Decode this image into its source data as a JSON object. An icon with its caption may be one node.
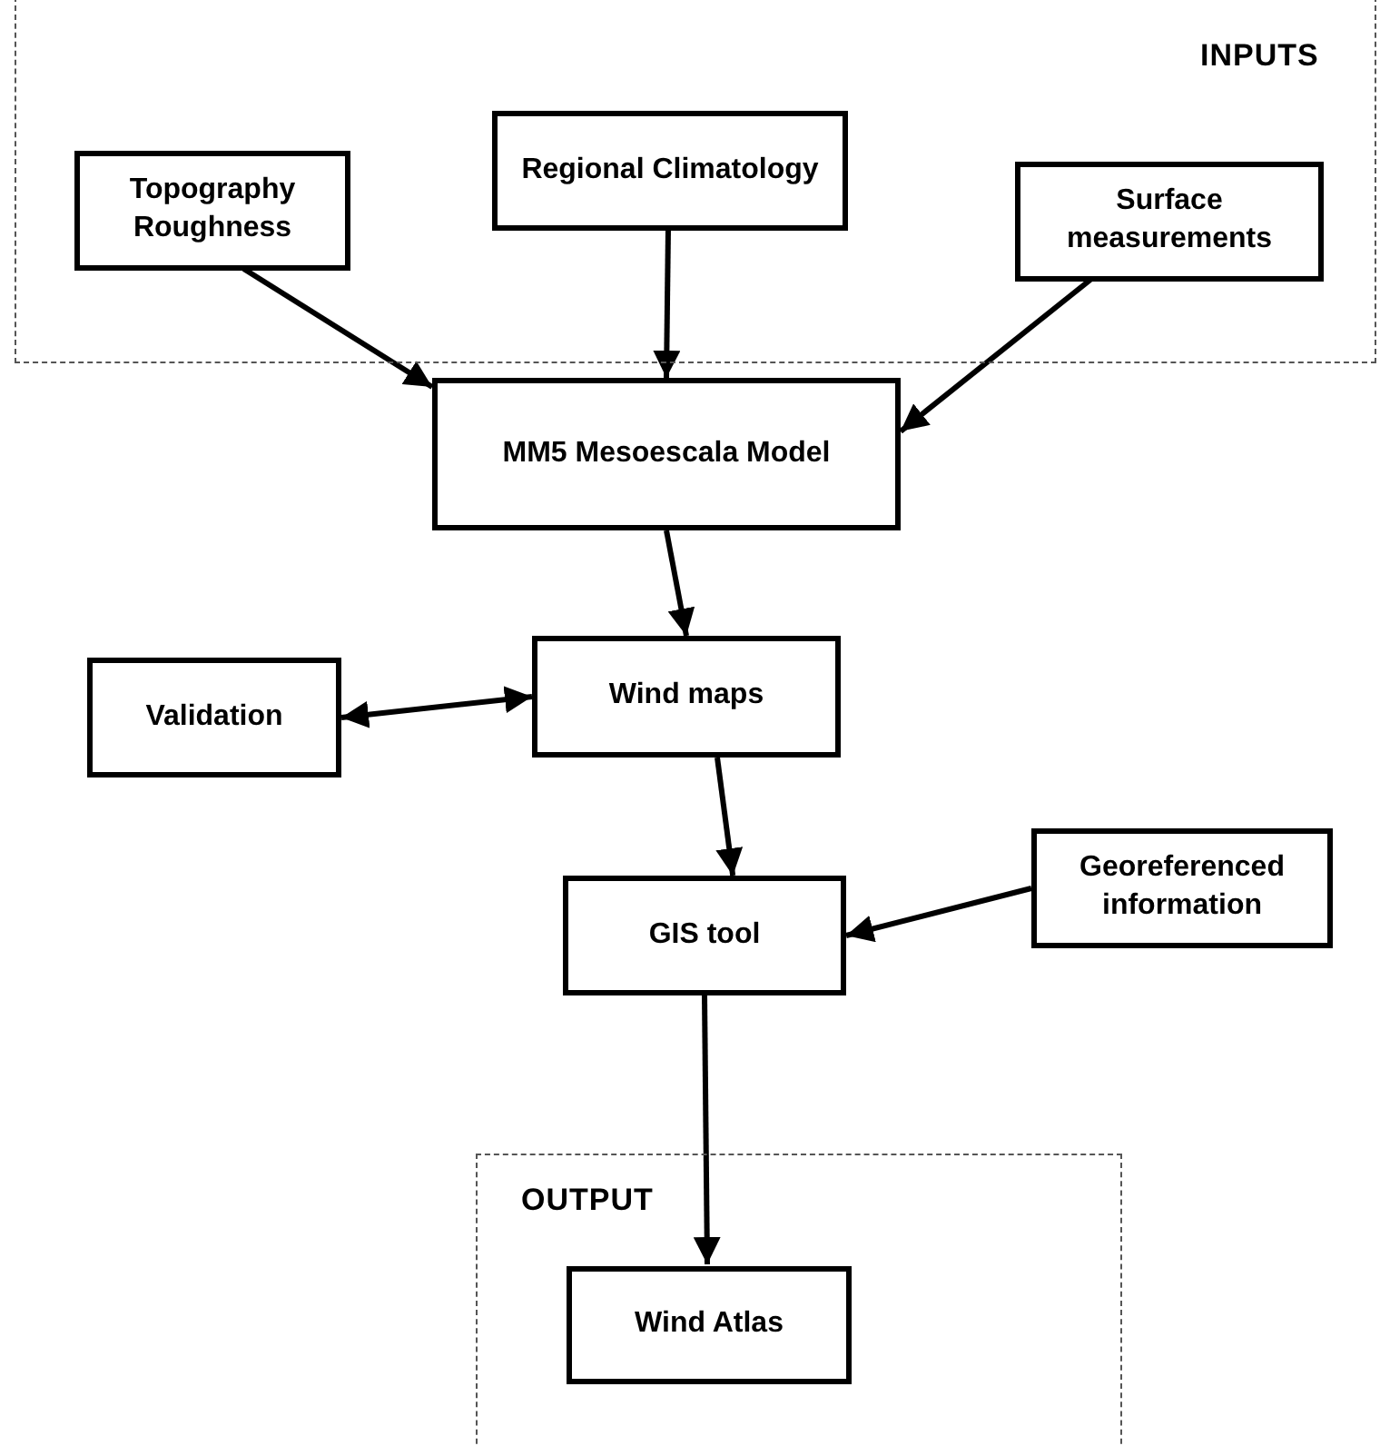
{
  "diagram": {
    "nodes": [
      {
        "text": [
          "INPUTS"
        ]
      },
      {
        "text": [
          "Topography Roughness"
        ],
        "in": 0
      },
      {
        "text": [
          "Regional Climatology"
        ],
        "in": 0
      },
      {
        "text": [
          "Surface measurements"
        ],
        "in": 0
      },
      {
        "text": [
          "MM5 Mesoescala Model"
        ]
      },
      {
        "text": [
          "Validation"
        ]
      },
      {
        "text": [
          "Wind maps"
        ]
      },
      {
        "text": [
          "GIS tool"
        ]
      },
      {
        "text": [
          "Georeferenced information"
        ]
      },
      {
        "text": [
          "OUTPUT"
        ]
      },
      {
        "text": [
          "Wind Atlas"
        ],
        "in": 9
      }
    ],
    "edges": [
      {
        "from": 1,
        "to": 4,
        "arrow": "to"
      },
      {
        "from": 2,
        "to": 4,
        "arrow": "to"
      },
      {
        "from": 3,
        "to": 4,
        "arrow": "to"
      },
      {
        "from": 4,
        "to": 6,
        "arrow": "to"
      },
      {
        "from": 5,
        "to": 6,
        "arrow": "both"
      },
      {
        "from": 6,
        "to": 7,
        "arrow": "to"
      },
      {
        "from": 8,
        "to": 7,
        "arrow": "to"
      },
      {
        "from": 7,
        "to": 10,
        "arrow": "to"
      }
    ]
  }
}
